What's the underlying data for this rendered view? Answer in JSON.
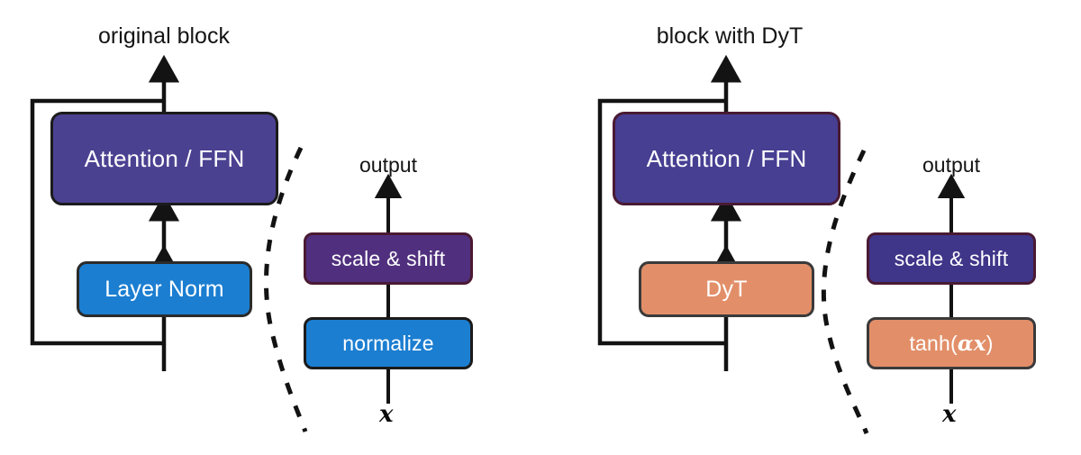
{
  "figure": {
    "title_left": "original block",
    "title_right": "block with DyT",
    "background": "#ffffff"
  },
  "palette": {
    "attention_purple": "#4b4191",
    "attention_purple_right": "#463f92",
    "layernorm_blue": "#1b7ed1",
    "normalize_blue": "#1b7ed1",
    "dyt_orange": "#e28f69",
    "tanh_orange": "#e28f69",
    "scale_shift_purple_left": "#50307e",
    "scale_shift_purple_right": "#3f3589",
    "wire_black": "#131313",
    "text_white": "#ffffff",
    "text_black": "#141414"
  },
  "left_panel": {
    "name": "original-block",
    "title": "original block",
    "blocks": [
      {
        "id": "attention-ffn",
        "label": "Attention / FFN",
        "style": "attn"
      },
      {
        "id": "layer-norm",
        "label": "Layer Norm",
        "style": "lnorm"
      }
    ],
    "detail": {
      "output_label": "output",
      "input_label": "x",
      "blocks": [
        {
          "id": "scale-and-shift",
          "label": "scale & shift",
          "style": "scaleshift-l"
        },
        {
          "id": "normalize",
          "label": "normalize",
          "style": "normalize"
        }
      ]
    }
  },
  "right_panel": {
    "name": "block-with-dyt",
    "title": "block with DyT",
    "blocks": [
      {
        "id": "attention-ffn",
        "label": "Attention / FFN",
        "style": "attn-r"
      },
      {
        "id": "dyt",
        "label": "DyT",
        "style": "dyt"
      }
    ],
    "detail": {
      "output_label": "output",
      "input_label": "x",
      "blocks": [
        {
          "id": "scale-and-shift",
          "label": "scale & shift",
          "style": "scaleshift-r"
        },
        {
          "id": "tanh-alpha-x",
          "label_prefix": "tanh(",
          "label_alpha": "α",
          "label_var": "x",
          "label_suffix": ")",
          "style": "tanh"
        }
      ]
    }
  }
}
